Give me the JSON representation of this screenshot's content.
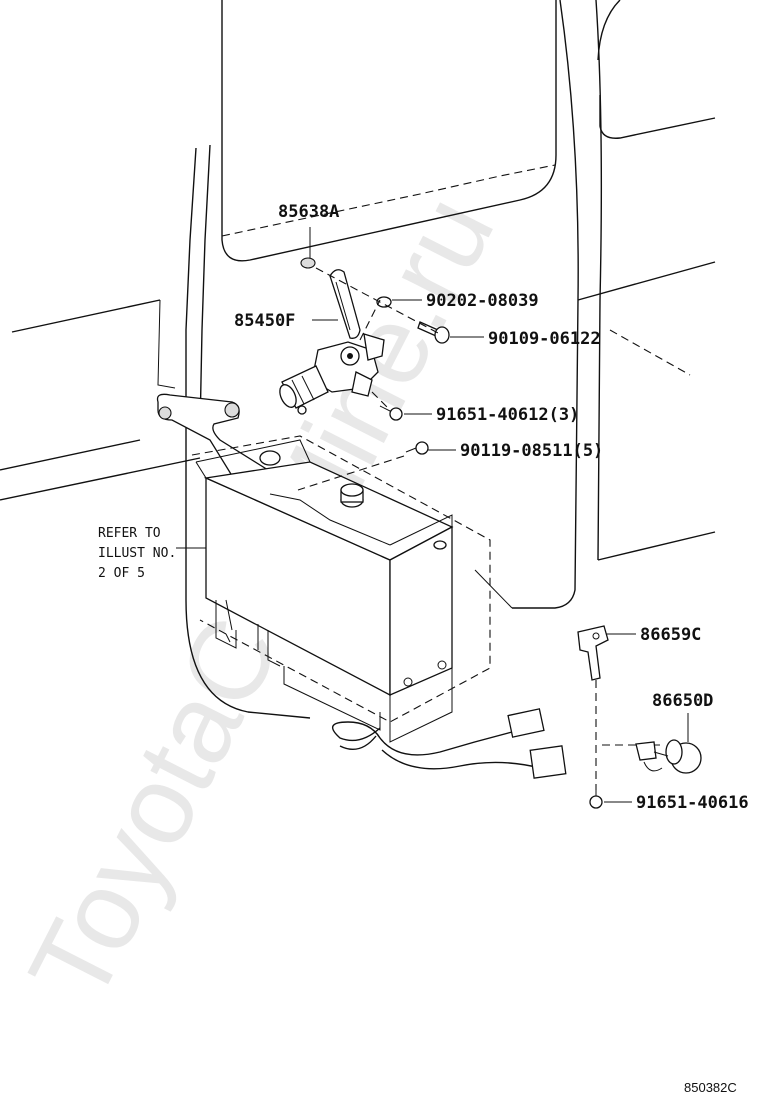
{
  "diagram": {
    "watermark": "ToyotaCarMine.ru",
    "drawing_code": "850382C",
    "refer_note": [
      "REFER TO",
      "ILLUST NO.",
      "2 OF 5"
    ],
    "parts": [
      {
        "number": "85638A"
      },
      {
        "number": "85450F"
      },
      {
        "number": "90202-08039"
      },
      {
        "number": "90109-06122"
      },
      {
        "number": "91651-40612(3)"
      },
      {
        "number": "90119-08511(5)"
      },
      {
        "number": "86659C"
      },
      {
        "number": "86650D"
      },
      {
        "number": "91651-40616"
      }
    ]
  }
}
